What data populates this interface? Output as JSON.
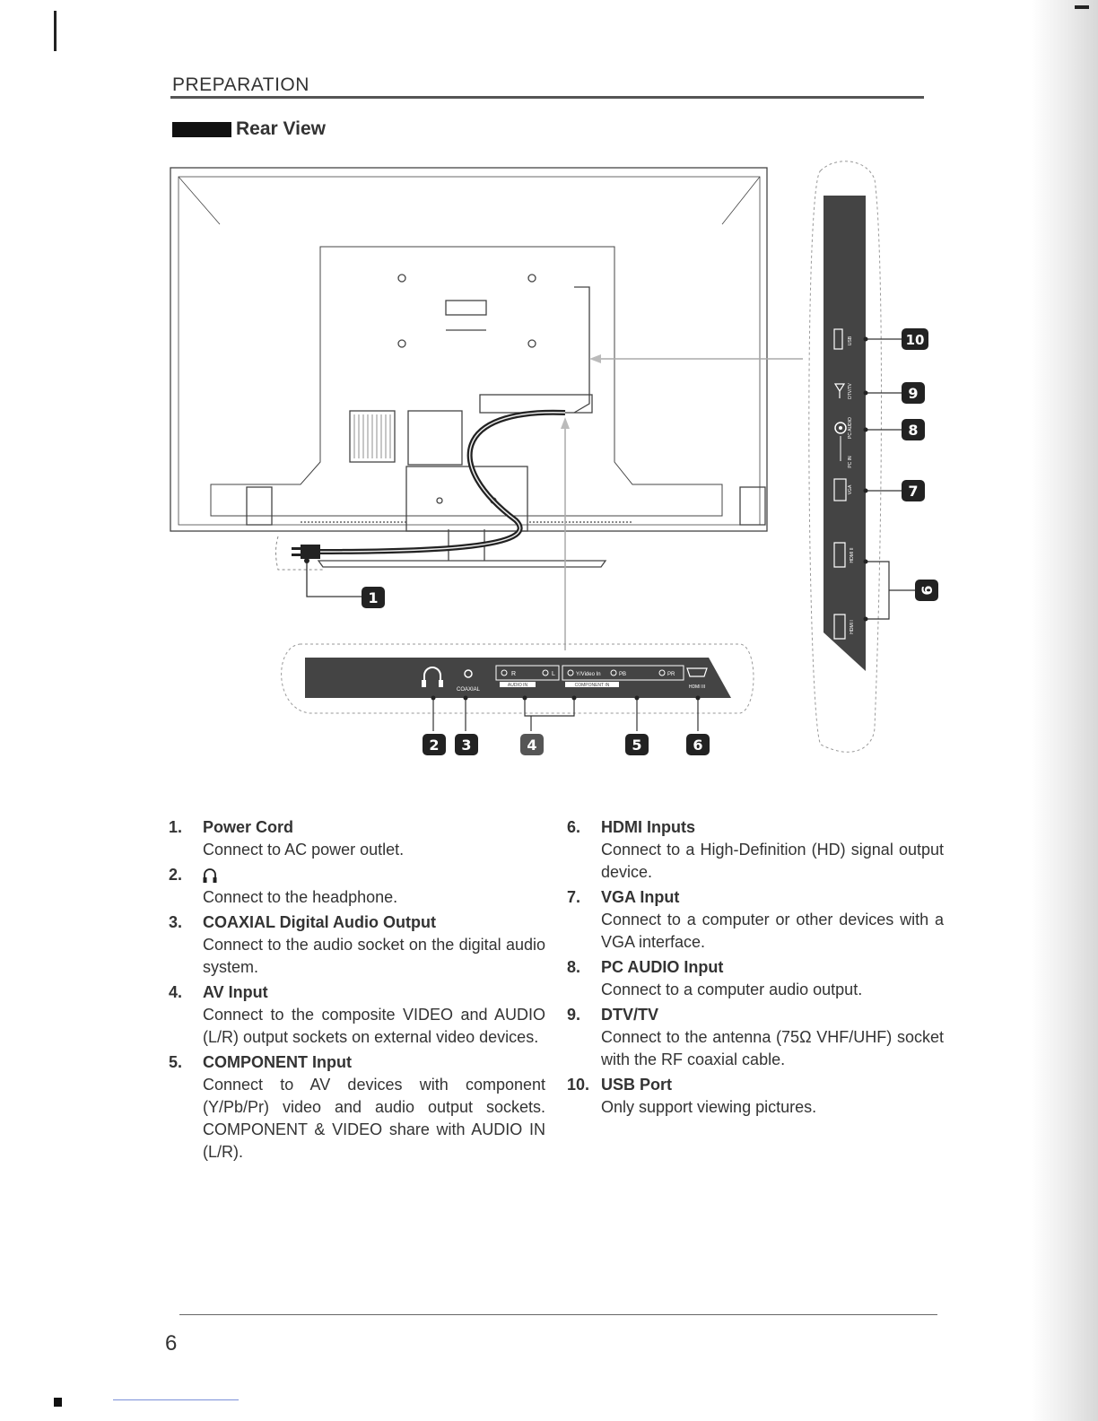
{
  "header": {
    "section": "PREPARATION",
    "title": "Rear View"
  },
  "callouts": {
    "c1": "1",
    "c2": "2",
    "c3": "3",
    "c4": "4",
    "c5": "5",
    "c6": "6",
    "c6b": "6",
    "c7": "7",
    "c8": "8",
    "c9": "9",
    "c10": "10"
  },
  "panel_labels": {
    "coaxial": "COAXIAL",
    "r": "R",
    "l": "L",
    "audio_in": "AUDIO IN",
    "video": "Y/Video In",
    "pb": "PB",
    "pr": "PR",
    "component_in": "COMPONENT IN",
    "hdmi3": "HDMI III",
    "hdmi2": "HDMI II",
    "hdmi1": "HDMI I",
    "vga": "VGA",
    "pc_in": "PC IN",
    "pc_audio": "PC AUDIO",
    "dtv": "DTV/TV",
    "usb": "USB"
  },
  "items_left": [
    {
      "num": "1.",
      "name": "Power Cord",
      "desc": "Connect to AC power outlet."
    },
    {
      "num": "2.",
      "name": "",
      "desc": "Connect to the headphone."
    },
    {
      "num": "3.",
      "name": "COAXIAL Digital Audio Output",
      "desc": "Connect to the audio socket on the digital audio system."
    },
    {
      "num": "4.",
      "name": "AV Input",
      "desc": "Connect to the composite VIDEO and AUDIO (L/R) output sockets on external video devices."
    },
    {
      "num": "5.",
      "name": "COMPONENT Input",
      "desc": "Connect to AV devices with component (Y/Pb/Pr) video and audio output sockets. COMPONENT & VIDEO share with AUDIO IN (L/R)."
    }
  ],
  "items_right": [
    {
      "num": "6.",
      "name": "HDMI Inputs",
      "desc": "Connect to a High-Definition (HD) signal output device."
    },
    {
      "num": "7.",
      "name": "VGA Input",
      "desc": "Connect to a computer or other devices with a VGA interface."
    },
    {
      "num": "8.",
      "name": "PC AUDIO Input",
      "desc": "Connect to a computer audio output."
    },
    {
      "num": "9.",
      "name": "DTV/TV",
      "desc": "Connect to the antenna (75Ω VHF/UHF) socket with the RF coaxial cable."
    },
    {
      "num": "10.",
      "name": "USB Port",
      "desc": "Only support viewing pictures."
    }
  ],
  "footer": {
    "page": "6"
  }
}
